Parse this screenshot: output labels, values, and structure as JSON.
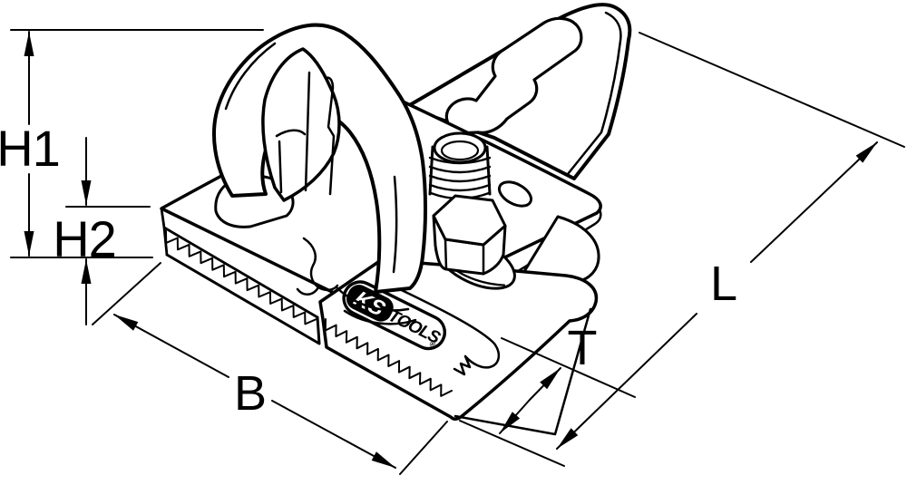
{
  "drawing": {
    "type": "isometric technical line drawing of a KS Tools clamp with dimension callouts",
    "colors": {
      "line": "#000000",
      "background": "#ffffff"
    },
    "dimensions": {
      "h1": "H1",
      "h2": "H2",
      "b": "B",
      "t": "T",
      "l": "L"
    },
    "logo": {
      "brand": "KS",
      "suffix": "TOOLS",
      "registered": "®"
    }
  }
}
